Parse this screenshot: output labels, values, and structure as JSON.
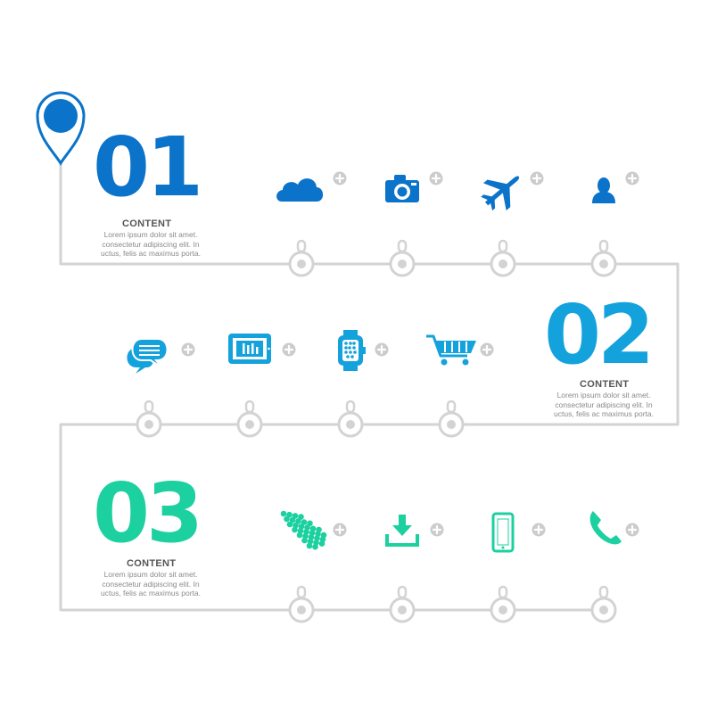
{
  "colors": {
    "path": "#d3d3d3",
    "plus": "#cccccc",
    "step1": "#0b73c9",
    "step2": "#14a2dd",
    "step3": "#1cd0a0",
    "text_title": "#555555",
    "text_body": "#8a8a8a"
  },
  "steps": [
    {
      "number": "01",
      "title": "CONTENT",
      "lines": [
        "Lorem ipsum dolor sit amet.",
        "consectetur adipiscing elit. In",
        "uctus, felis ac maximus porta."
      ],
      "icons": [
        "cloud-icon",
        "camera-icon",
        "airplane-icon",
        "user-icon"
      ]
    },
    {
      "number": "02",
      "title": "CONTENT",
      "lines": [
        "Lorem ipsum dolor sit amet.",
        "consectetur adipiscing elit. In",
        "uctus, felis ac maximus porta."
      ],
      "icons": [
        "chat-icon",
        "tablet-icon",
        "smartwatch-icon",
        "cart-icon"
      ]
    },
    {
      "number": "03",
      "title": "CONTENT",
      "lines": [
        "Lorem ipsum dolor sit amet.",
        "consectetur adipiscing elit. In",
        "uctus, felis ac maximus porta."
      ],
      "icons": [
        "dots-icon",
        "download-icon",
        "smartphone-icon",
        "phone-icon"
      ]
    }
  ]
}
